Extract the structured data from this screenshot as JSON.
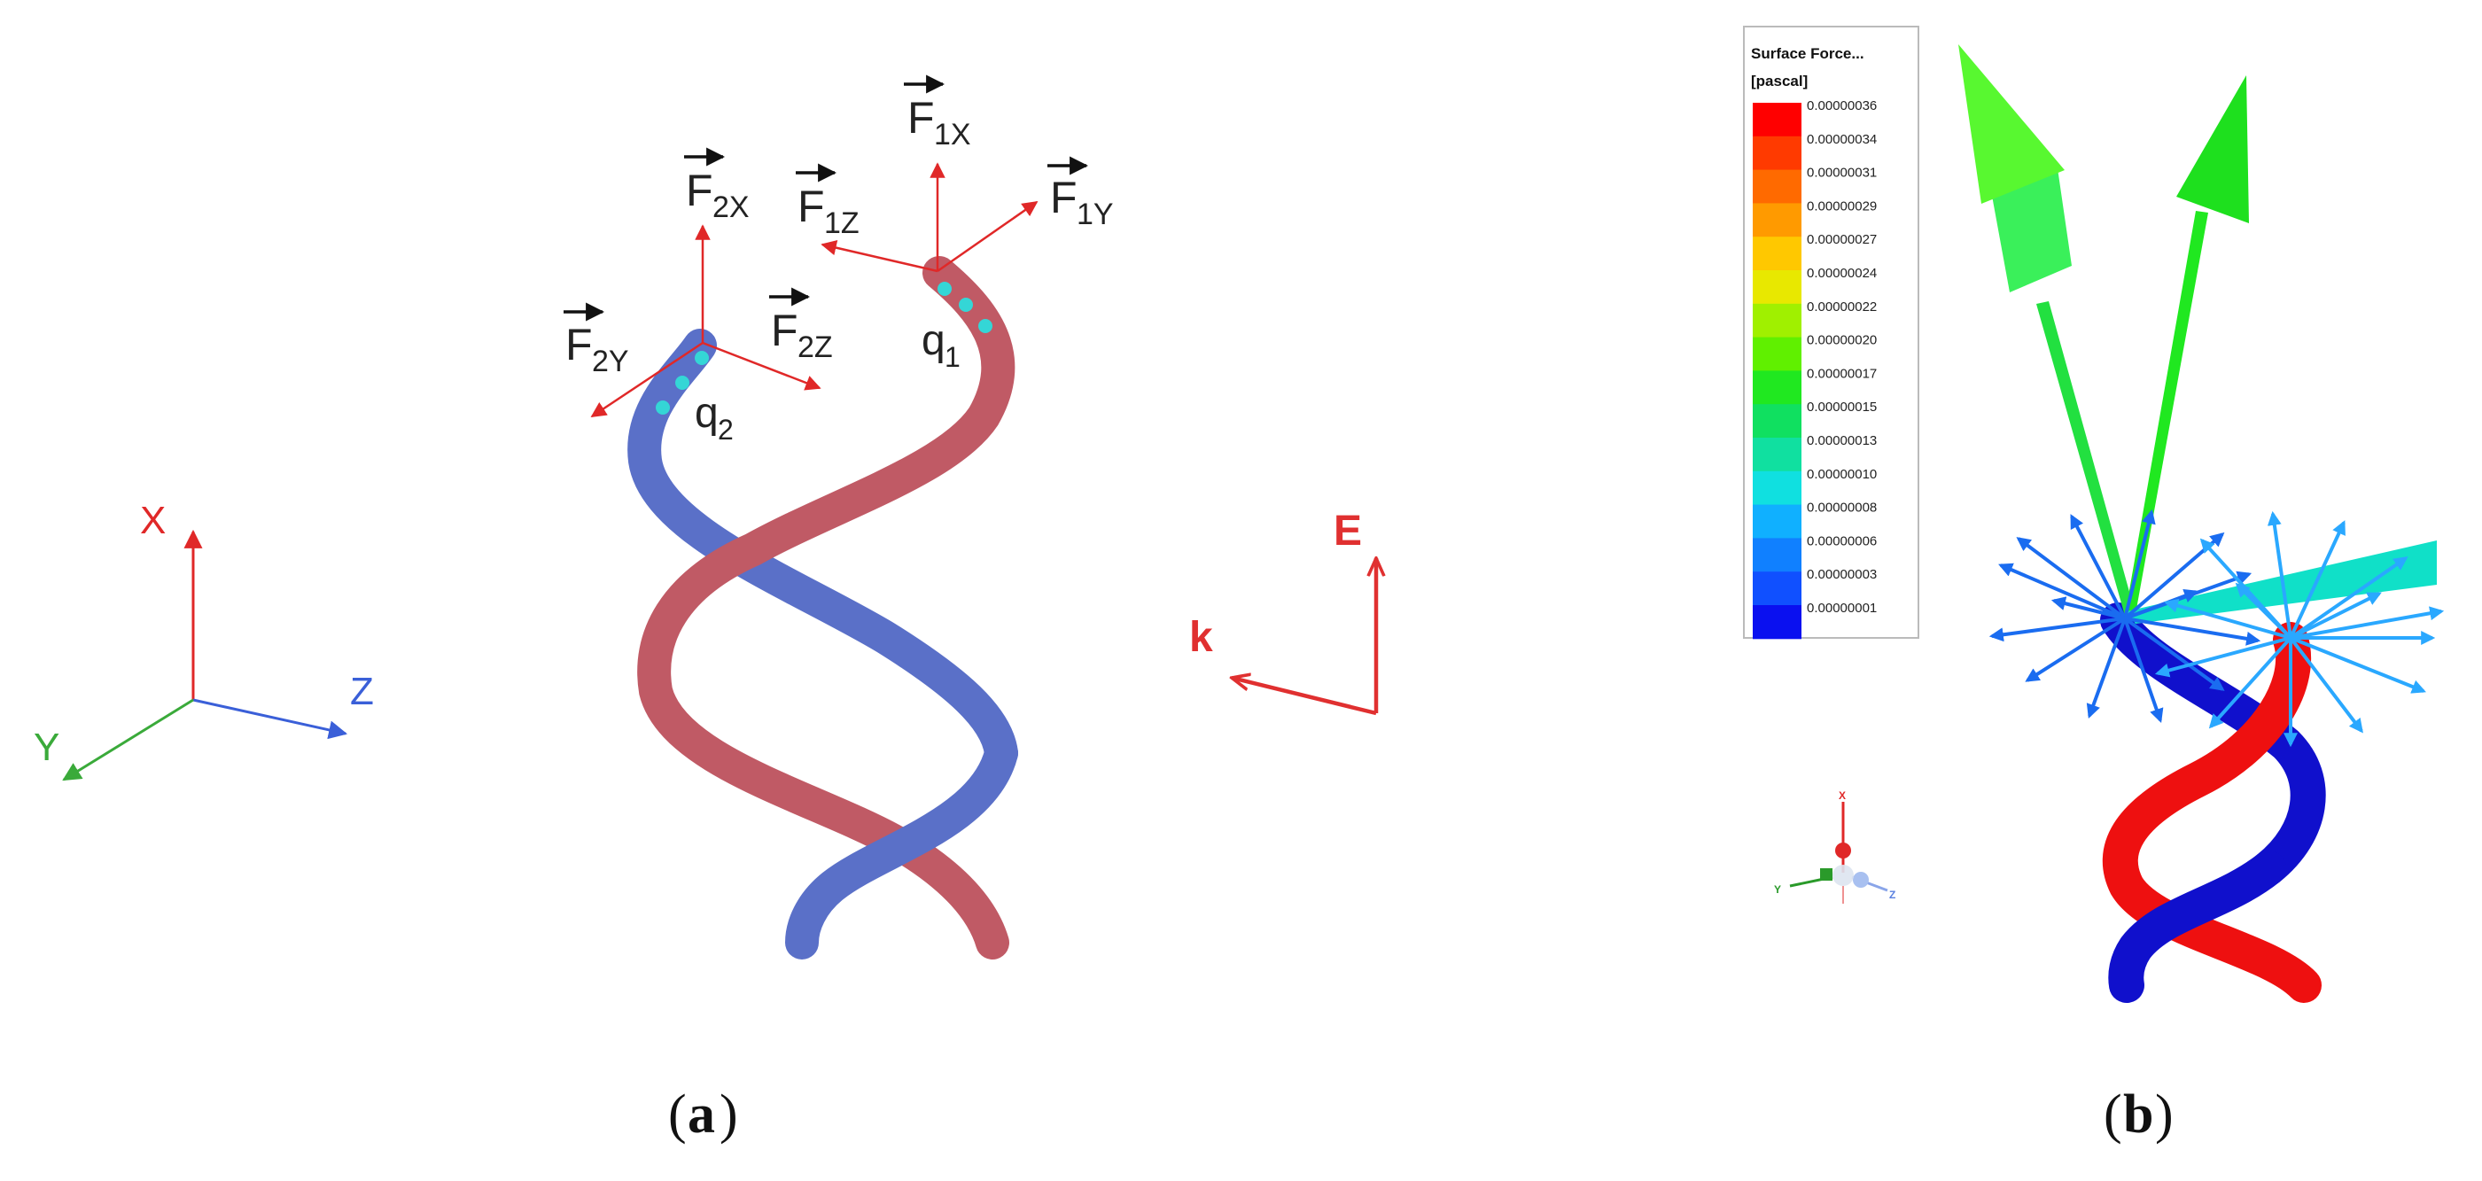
{
  "captions": {
    "a": "a",
    "b": "b"
  },
  "panel_a": {
    "axes": [
      {
        "label": "X",
        "color": "#e02828"
      },
      {
        "label": "Y",
        "color": "#3aaa3a"
      },
      {
        "label": "Z",
        "color": "#3a5fd8"
      }
    ],
    "forces": [
      {
        "base": "F",
        "sub": "1X"
      },
      {
        "base": "F",
        "sub": "1Y"
      },
      {
        "base": "F",
        "sub": "1Z"
      },
      {
        "base": "F",
        "sub": "2X"
      },
      {
        "base": "F",
        "sub": "2Y"
      },
      {
        "base": "F",
        "sub": "2Z"
      }
    ],
    "charges": [
      {
        "base": "q",
        "sub": "1"
      },
      {
        "base": "q",
        "sub": "2"
      }
    ],
    "field": {
      "e_label": "E",
      "k_label": "k",
      "color": "#e03030"
    },
    "strand_colors": {
      "strand1": "#c05a65",
      "strand2": "#5a70c8"
    }
  },
  "panel_b": {
    "legend": {
      "title": "Surface Force...",
      "unit": "[pascal]",
      "ticks": [
        "0.00000036",
        "0.00000034",
        "0.00000031",
        "0.00000029",
        "0.00000027",
        "0.00000024",
        "0.00000022",
        "0.00000020",
        "0.00000017",
        "0.00000015",
        "0.00000013",
        "0.00000010",
        "0.00000008",
        "0.00000006",
        "0.00000003",
        "0.00000001"
      ],
      "colors": [
        "#ff0000",
        "#ff3a00",
        "#ff6a00",
        "#ff9a00",
        "#ffc800",
        "#e8e800",
        "#a0f000",
        "#60f000",
        "#20e820",
        "#10e060",
        "#10e0a0",
        "#10e0e0",
        "#10b0ff",
        "#1080ff",
        "#1050ff",
        "#0a10f0"
      ]
    },
    "mini_axes": [
      {
        "label": "X",
        "color": "#e02828"
      },
      {
        "label": "Y",
        "color": "#2a9a2a"
      },
      {
        "label": "Z",
        "color": "#5a80e0"
      }
    ],
    "strand_colors": {
      "strand1": "#ee1010",
      "strand2": "#1010cc"
    }
  }
}
